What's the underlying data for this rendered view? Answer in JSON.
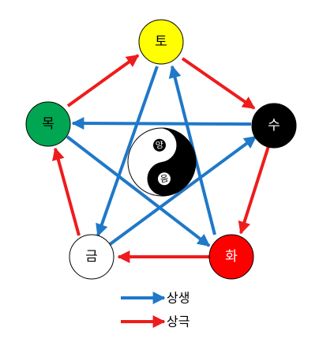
{
  "nodes": {
    "earth": {
      "label": "토",
      "fill": "#ffff00",
      "text_color": "#000000"
    },
    "water": {
      "label": "수",
      "fill": "#000000",
      "text_color": "#ffffff"
    },
    "fire": {
      "label": "화",
      "fill": "#ff0000",
      "text_color": "#ffffff"
    },
    "metal": {
      "label": "금",
      "fill": "#ffffff",
      "text_color": "#000000"
    },
    "wood": {
      "label": "목",
      "fill": "#00a651",
      "text_color": "#000000"
    }
  },
  "yin_yang": {
    "yang_label": "양",
    "yin_label": "음"
  },
  "legend": {
    "generating": {
      "label": "상생",
      "color": "#1f78c8"
    },
    "overcoming": {
      "label": "상극",
      "color": "#ee1c1c"
    }
  }
}
